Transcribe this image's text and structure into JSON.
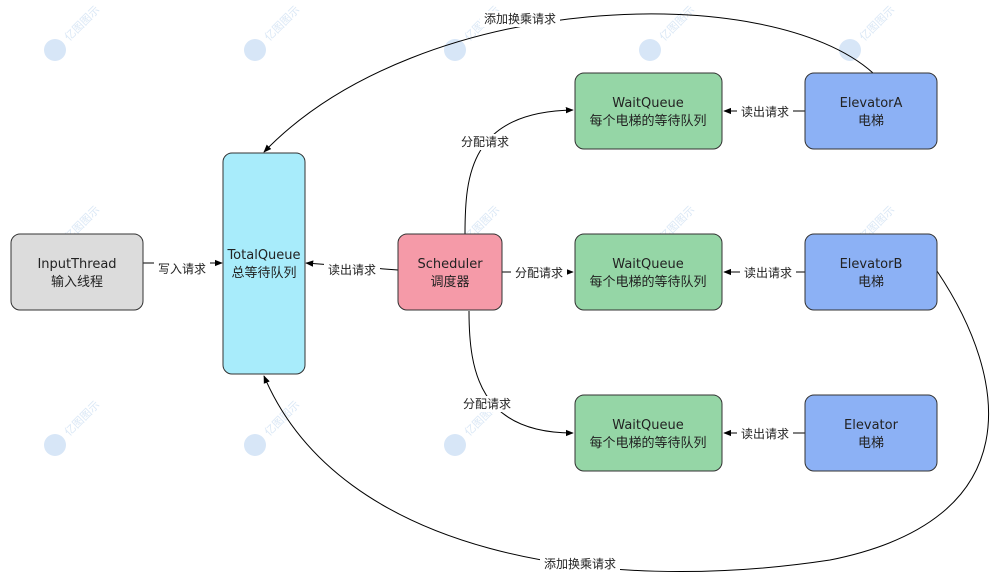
{
  "nodes": {
    "input": {
      "line1": "InputThread",
      "line2": "输入线程",
      "color": "#dcdcdc"
    },
    "total": {
      "line1": "TotalQueue",
      "line2": "总等待队列",
      "color": "#a8ecfb"
    },
    "sched": {
      "line1": "Scheduler",
      "line2": "调度器",
      "color": "#f59aa8"
    },
    "wq1": {
      "line1": "WaitQueue",
      "line2": "每个电梯的等待队列",
      "color": "#95d6a6"
    },
    "wq2": {
      "line1": "WaitQueue",
      "line2": "每个电梯的等待队列",
      "color": "#95d6a6"
    },
    "wq3": {
      "line1": "WaitQueue",
      "line2": "每个电梯的等待队列",
      "color": "#95d6a6"
    },
    "elevA": {
      "line1": "ElevatorA",
      "line2": "电梯",
      "color": "#8cb1f5"
    },
    "elevB": {
      "line1": "ElevatorB",
      "line2": "电梯",
      "color": "#8cb1f5"
    },
    "elevC": {
      "line1": "Elevator",
      "line2": "电梯",
      "color": "#8cb1f5"
    }
  },
  "edges": {
    "write_request": "写入请求",
    "read_from_total": "读出请求",
    "assign_1": "分配请求",
    "assign_2": "分配请求",
    "assign_3": "分配请求",
    "read_1": "读出请求",
    "read_2": "读出请求",
    "read_3": "读出请求",
    "transfer_top": "添加换乘请求",
    "transfer_bottom": "添加换乘请求"
  },
  "watermark": {
    "text": "亿图图示"
  }
}
